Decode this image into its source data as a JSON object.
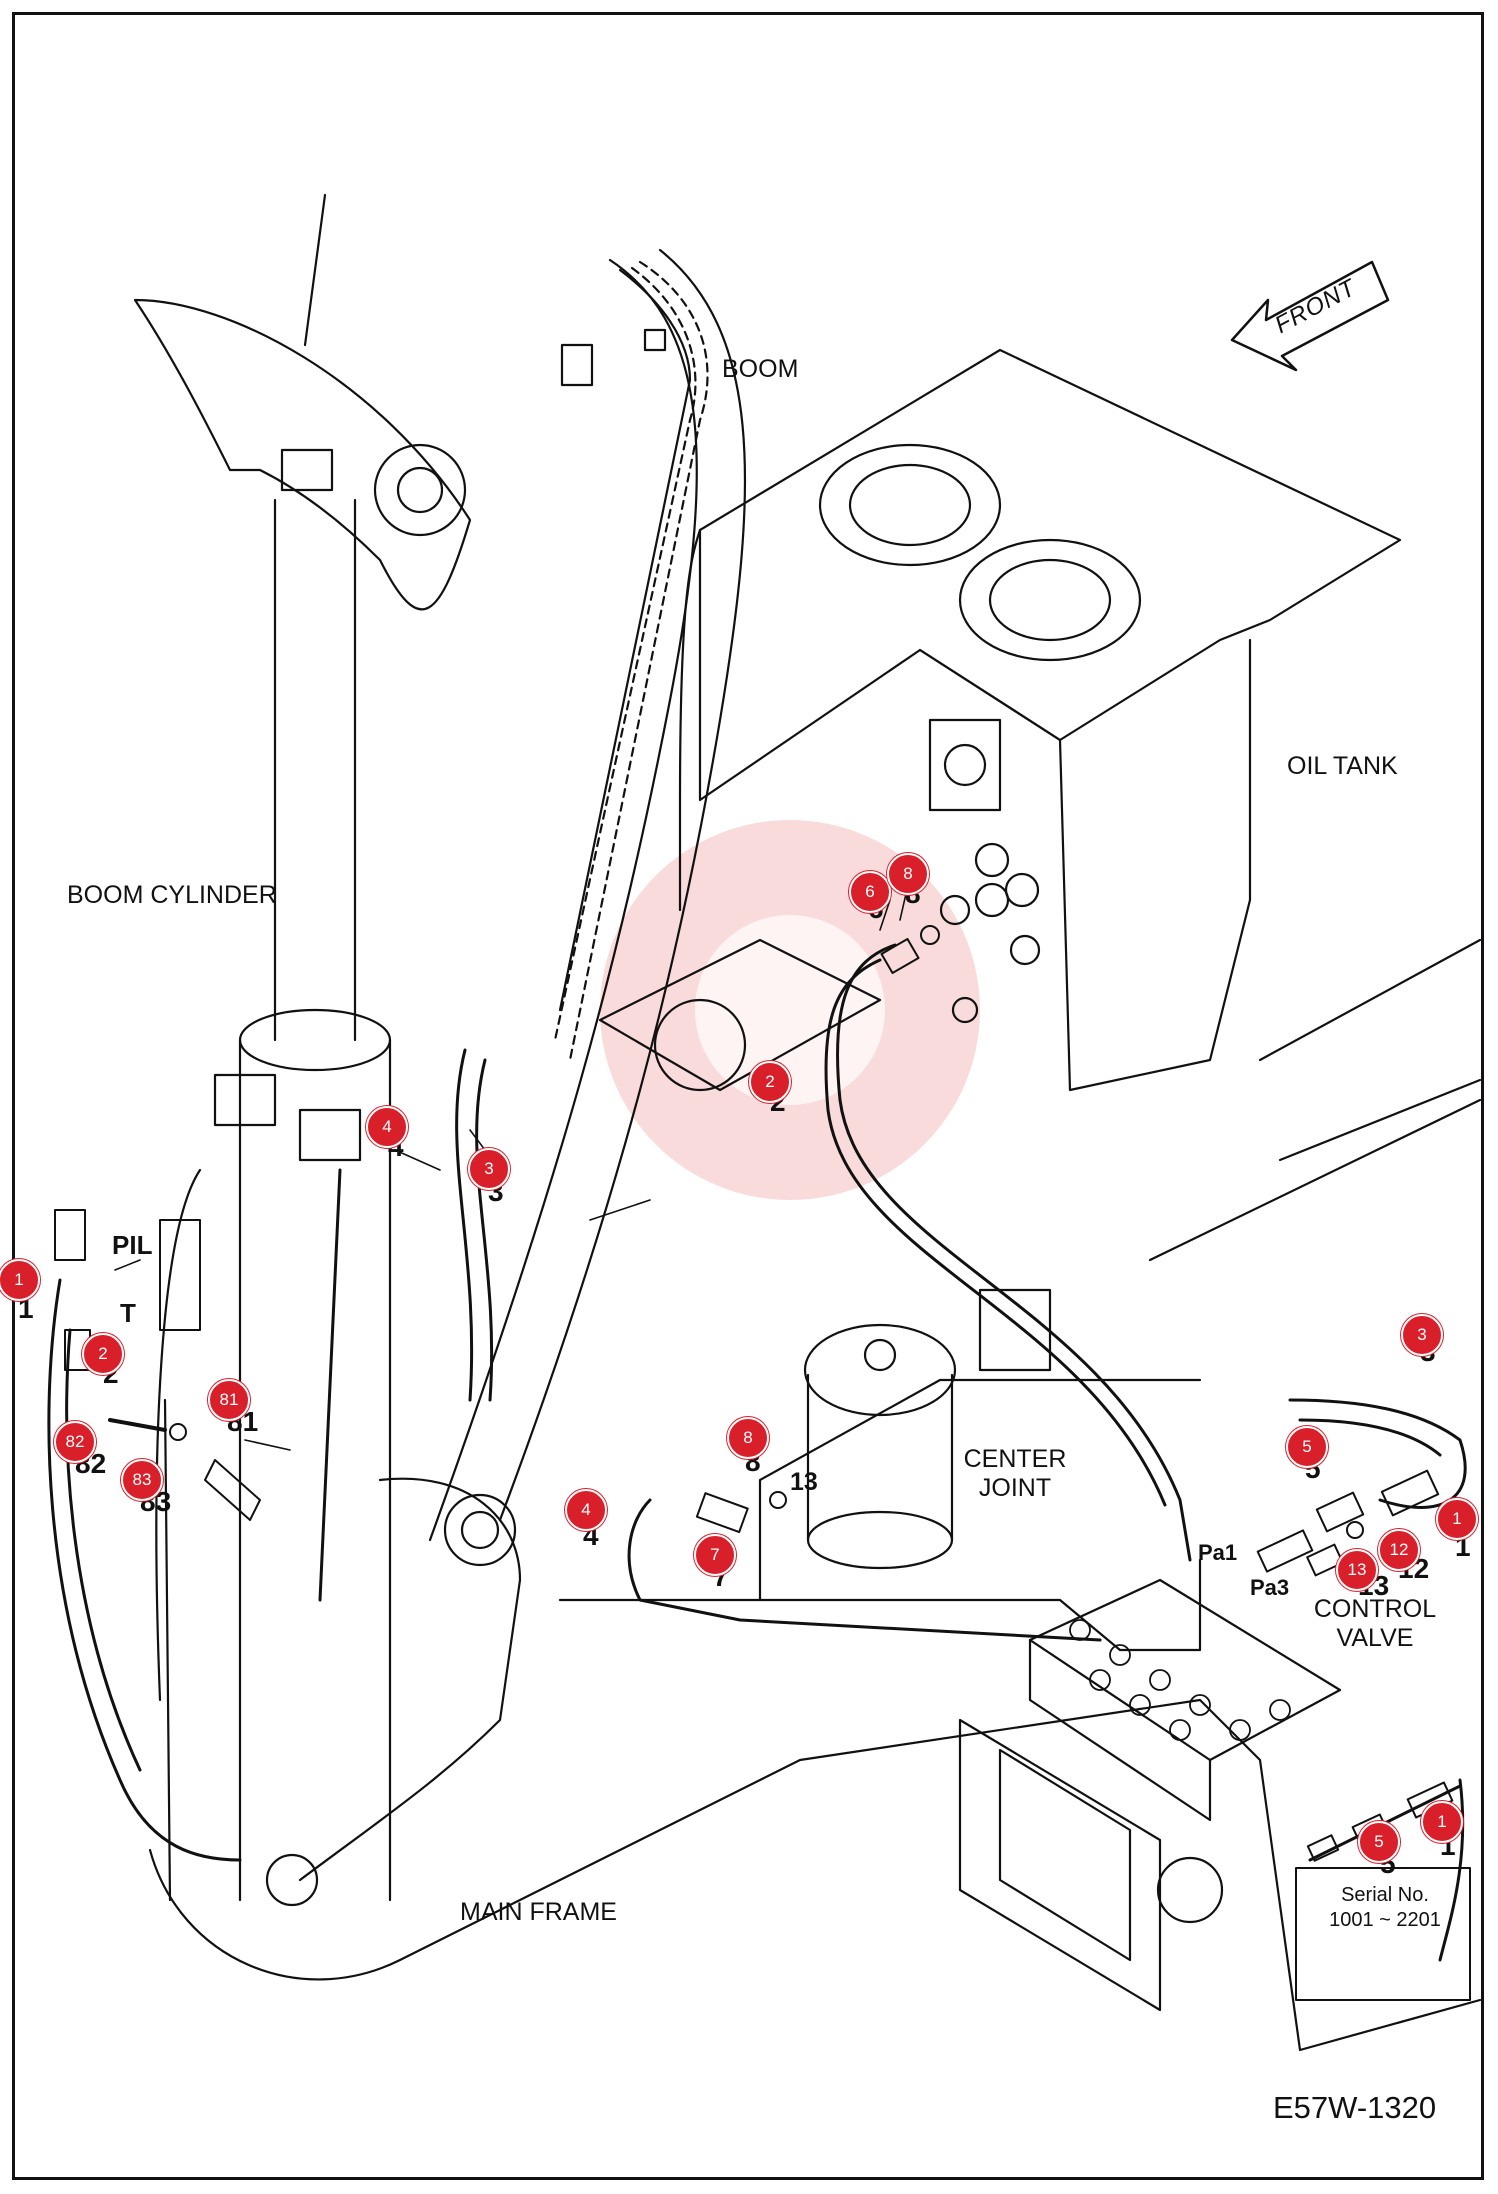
{
  "diagram_code": "E57W-1320",
  "front_label": "FRONT",
  "components": {
    "boom": "BOOM",
    "oil_tank": "OIL TANK",
    "boom_cylinder": "BOOM CYLINDER",
    "center_joint_line1": "CENTER",
    "center_joint_line2": "JOINT",
    "control_valve_line1": "CONTROL",
    "control_valve_line2": "VALVE",
    "main_frame": "MAIN FRAME"
  },
  "port_labels": {
    "pil": "PIL",
    "t": "T",
    "pa1": "Pa1",
    "pa3": "Pa3"
  },
  "inset": {
    "serial_line1": "Serial No.",
    "serial_line2": "1001 ~ 2201"
  },
  "callouts": [
    {
      "id": "c6",
      "num": "6"
    },
    {
      "id": "c8a",
      "num": "8"
    },
    {
      "id": "c2a",
      "num": "2"
    },
    {
      "id": "c4a",
      "num": "4"
    },
    {
      "id": "c3a",
      "num": "3"
    },
    {
      "id": "c1a",
      "num": "1"
    },
    {
      "id": "c2b",
      "num": "2"
    },
    {
      "id": "c81",
      "num": "81"
    },
    {
      "id": "c82",
      "num": "82"
    },
    {
      "id": "c83",
      "num": "83"
    },
    {
      "id": "c8b",
      "num": "8"
    },
    {
      "id": "c4b",
      "num": "4"
    },
    {
      "id": "c7",
      "num": "7"
    },
    {
      "id": "c3b",
      "num": "3"
    },
    {
      "id": "c5a",
      "num": "5"
    },
    {
      "id": "c1b",
      "num": "1"
    },
    {
      "id": "c12",
      "num": "12"
    },
    {
      "id": "c13",
      "num": "13"
    },
    {
      "id": "c5b",
      "num": "5"
    },
    {
      "id": "c1c",
      "num": "1"
    }
  ],
  "part_numbers": {
    "p6": "6",
    "p8a": "8",
    "p2a": "2",
    "p4a": "4",
    "p3a": "3",
    "p1a": "1",
    "p2b": "2",
    "p81": "81",
    "p82": "82",
    "p83": "83",
    "p8b": "8",
    "p13a": "13",
    "p4b": "4",
    "p7": "7",
    "p3b": "3",
    "p5a": "5",
    "p1b": "1",
    "p12": "12",
    "p13b": "13",
    "p5b": "5",
    "p1c": "1"
  }
}
